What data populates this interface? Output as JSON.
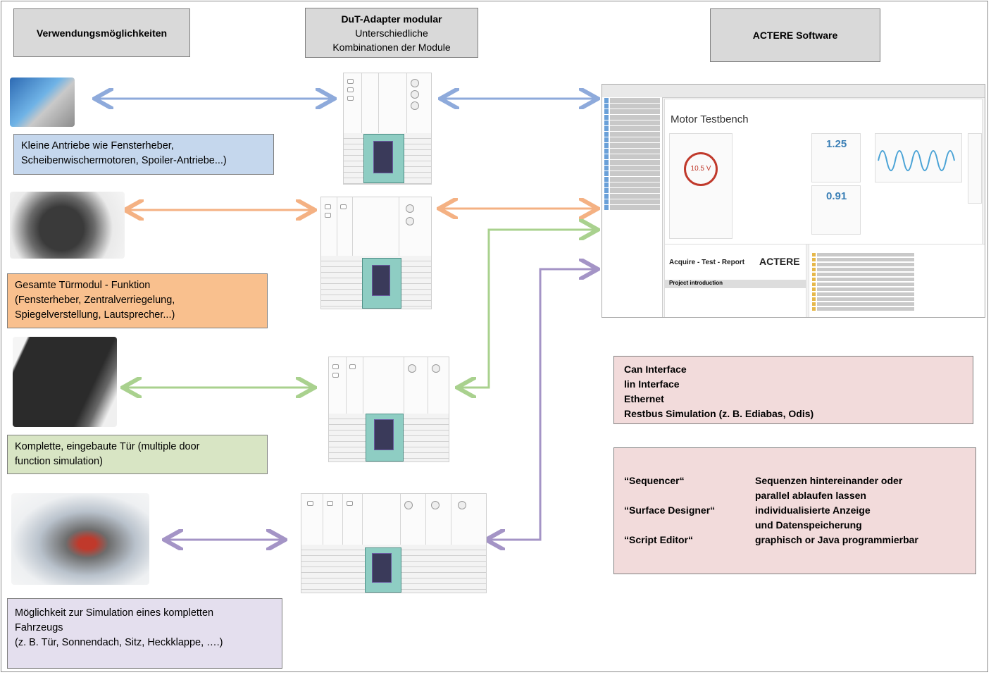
{
  "headers": {
    "uses": "Verwendungsmöglichkeiten",
    "adapter_title": "DuT-Adapter modular",
    "adapter_line2": "Unterschiedliche",
    "adapter_line3": "Kombinationen der Module",
    "software": "ACTERE Software"
  },
  "use_cases": [
    {
      "line1": "Kleine Antriebe wie Fensterheber,",
      "line2": "Scheibenwischermotoren, Spoiler-Antriebe...)"
    },
    {
      "line1": "Gesamte Türmodul - Funktion",
      "line2": "(Fensterheber, Zentralverriegelung,",
      "line3": "Spiegelverstellung, Lautsprecher...)"
    },
    {
      "line1": "Komplette, eingebaute Tür (multiple door",
      "line2": "function simulation)"
    },
    {
      "line1": "Möglichkeit zur Simulation eines kompletten",
      "line2": "Fahrzeugs",
      "line3": "(z. B. Tür, Sonnendach, Sitz, Heckklappe, ….)"
    }
  ],
  "interfaces": [
    "Can Interface",
    "lin Interface",
    "Ethernet",
    "Restbus Simulation (z. B. Ediabas, Odis)"
  ],
  "tools": [
    {
      "name": "“Sequencer“",
      "desc1": "Sequenzen hintereinander oder",
      "desc2": "parallel ablaufen lassen"
    },
    {
      "name": "“Surface Designer“",
      "desc1": "individualisierte Anzeige",
      "desc2": "und Datenspeicherung"
    },
    {
      "name": "“Script Editor“",
      "desc1": "graphisch or Java programmierbar",
      "desc2": ""
    }
  ],
  "software_window": {
    "title": "Motor Testbench",
    "voltage": "10.5 V",
    "value1": "1.25",
    "value2": "0.91",
    "lower_title": "Acquire - Test - Report",
    "brand": "ACTERE",
    "section": "Project introduction"
  },
  "colors": {
    "blue_arrow": "#8eaadb",
    "orange_arrow": "#f4b183",
    "green_arrow": "#a9d18e",
    "purple_arrow": "#a494c6"
  }
}
